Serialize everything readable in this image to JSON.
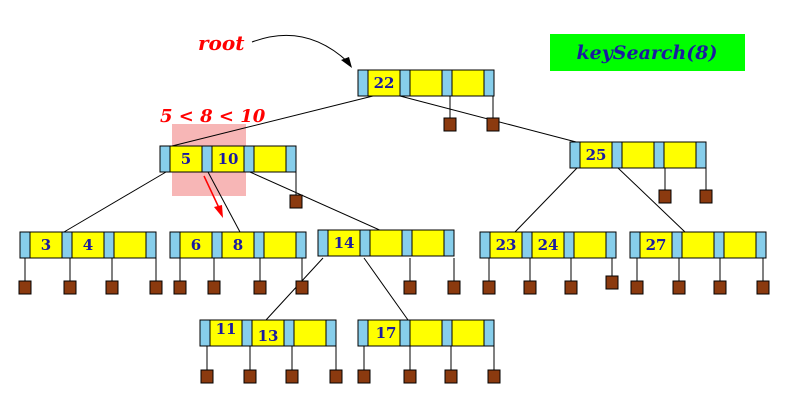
{
  "colors": {
    "pointer_cell": "#87ceeb",
    "key_cell": "#ffff00",
    "null_leaf": "#8b3a0f",
    "key_text": "#1a1aa0",
    "highlight": "#f7b6b6",
    "annotation": "#ff0000",
    "operation_bg": "#00ff00"
  },
  "labels": {
    "root": "root",
    "comparison": "5 < 8 < 10",
    "operation": "keySearch(8)"
  },
  "nodes": [
    {
      "id": "n22",
      "keys": [
        "22",
        "",
        ""
      ]
    },
    {
      "id": "n5_10",
      "keys": [
        "5",
        "10",
        ""
      ]
    },
    {
      "id": "n25",
      "keys": [
        "25",
        "",
        ""
      ]
    },
    {
      "id": "n3_4",
      "keys": [
        "3",
        "4",
        ""
      ]
    },
    {
      "id": "n6_8",
      "keys": [
        "6",
        "8",
        ""
      ]
    },
    {
      "id": "n14",
      "keys": [
        "14",
        "",
        ""
      ]
    },
    {
      "id": "n23_24",
      "keys": [
        "23",
        "24",
        ""
      ]
    },
    {
      "id": "n27",
      "keys": [
        "27",
        "",
        ""
      ]
    },
    {
      "id": "n11_13",
      "keys": [
        "11",
        "13",
        ""
      ]
    },
    {
      "id": "n17",
      "keys": [
        "17",
        "",
        ""
      ]
    }
  ]
}
